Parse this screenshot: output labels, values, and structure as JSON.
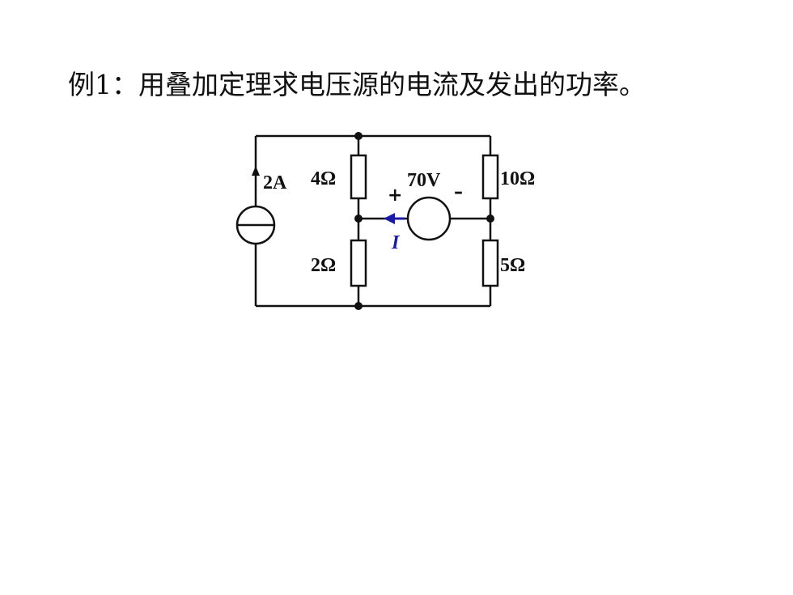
{
  "title": "例1：用叠加定理求电压源的电流及发出的功率。",
  "circuit": {
    "current_source": "2A",
    "r_top_left": "4Ω",
    "r_bottom_left": "2Ω",
    "r_top_right": "10Ω",
    "r_bottom_right": "5Ω",
    "voltage_source": "70V",
    "plus_sign": "+",
    "minus_sign": "–",
    "current_label": "I",
    "arrow_color": "#1a1aa6",
    "wire_color": "#111111"
  }
}
